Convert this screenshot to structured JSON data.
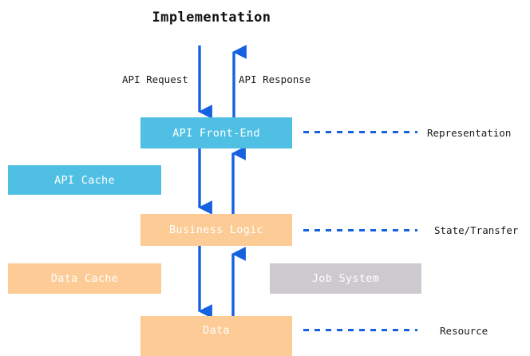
{
  "title": "Implementation",
  "colors": {
    "blue_box": "#4fc0e4",
    "orange_box": "#fccb96",
    "gray_box": "#ccc9cf",
    "arrow_blue": "#1561e0",
    "dashed_blue": "#1561e0",
    "box_text": "#ffffff",
    "label_text": "#1a1a1a",
    "background": "#ffffff"
  },
  "boxes": {
    "api_front_end": {
      "label": "API Front-End",
      "color": "blue"
    },
    "api_cache": {
      "label": "API Cache",
      "color": "blue"
    },
    "business_logic": {
      "label": "Business Logic",
      "color": "orange"
    },
    "data_cache": {
      "label": "Data Cache",
      "color": "orange"
    },
    "job_system": {
      "label": "Job System",
      "color": "gray"
    },
    "data": {
      "label": "Data",
      "color": "orange"
    }
  },
  "arrow_labels": {
    "api_request": "API Request",
    "api_response": "API Response"
  },
  "side_labels": {
    "representation": "Representation",
    "state_transfer": "State/Transfer",
    "resource": "Resource"
  },
  "diagram_structure": {
    "type": "layered-architecture",
    "layers": [
      {
        "name": "Representation",
        "primary": "API Front-End",
        "aside": "API Cache"
      },
      {
        "name": "State/Transfer",
        "primary": "Business Logic",
        "aside": "Data Cache",
        "aside2": "Job System"
      },
      {
        "name": "Resource",
        "primary": "Data"
      }
    ],
    "flows": [
      {
        "from": "external",
        "to": "API Front-End",
        "label": "API Request",
        "direction": "down"
      },
      {
        "from": "API Front-End",
        "to": "external",
        "label": "API Response",
        "direction": "up"
      },
      {
        "from": "API Front-End",
        "to": "Business Logic",
        "direction": "down"
      },
      {
        "from": "Business Logic",
        "to": "API Front-End",
        "direction": "up"
      },
      {
        "from": "Business Logic",
        "to": "Data",
        "direction": "down"
      },
      {
        "from": "Data",
        "to": "Business Logic",
        "direction": "up"
      }
    ]
  }
}
